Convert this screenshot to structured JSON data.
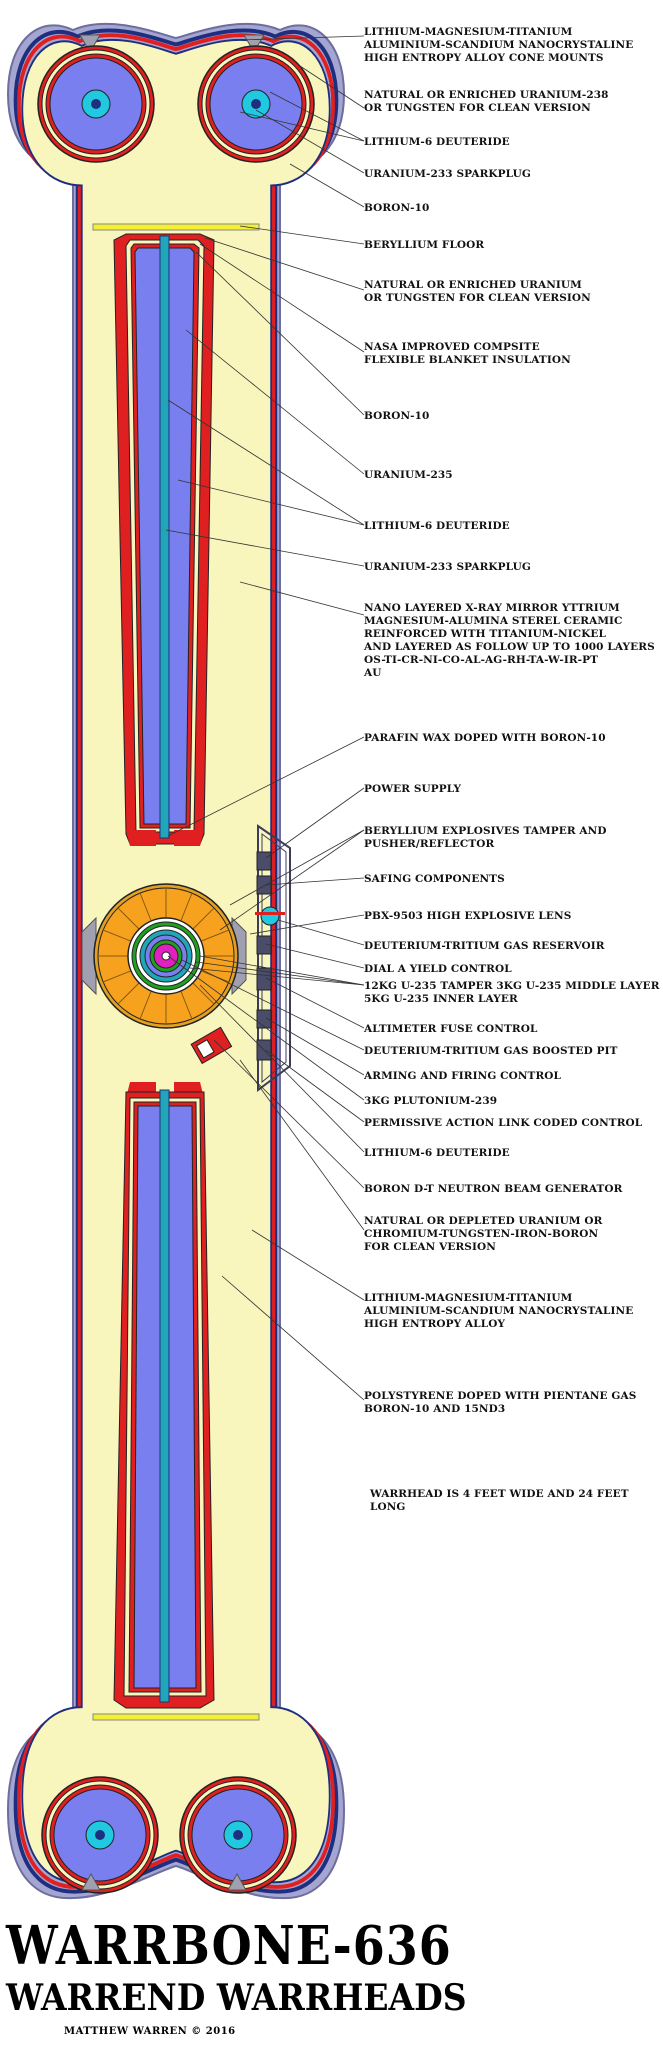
{
  "labels": [
    {
      "id": "l1",
      "text": "LITHIUM-MAGNESIUM-TITANIUM\nALUMINIUM-SCANDIUM NANOCRYSTALINE\nHIGH ENTROPY ALLOY CONE MOUNTS"
    },
    {
      "id": "l2",
      "text": "NATURAL OR ENRICHED URANIUM-238\nOR TUNGSTEN FOR CLEAN VERSION"
    },
    {
      "id": "l3",
      "text": "LITHIUM-6 DEUTERIDE"
    },
    {
      "id": "l4",
      "text": "URANIUM-233 SPARKPLUG"
    },
    {
      "id": "l5",
      "text": "BORON-10"
    },
    {
      "id": "l6",
      "text": "BERYLLIUM FLOOR"
    },
    {
      "id": "l7",
      "text": "NATURAL OR ENRICHED URANIUM\nOR TUNGSTEN FOR CLEAN VERSION"
    },
    {
      "id": "l8",
      "text": "NASA IMPROVED COMPSITE\nFLEXIBLE BLANKET INSULATION"
    },
    {
      "id": "l9",
      "text": "BORON-10"
    },
    {
      "id": "l10",
      "text": "URANIUM-235"
    },
    {
      "id": "l11",
      "text": "LITHIUM-6 DEUTERIDE"
    },
    {
      "id": "l12",
      "text": "URANIUM-233 SPARKPLUG"
    },
    {
      "id": "l13",
      "text": "NANO LAYERED X-RAY MIRROR YTTRIUM\nMAGNESIUM-ALUMINA STEREL CERAMIC\nREINFORCED WITH TITANIUM-NICKEL\nAND LAYERED AS FOLLOW UP TO 1000 LAYERS\nOS-TI-CR-NI-CO-AL-AG-RH-TA-W-IR-PT\nAU"
    },
    {
      "id": "l14",
      "text": "PARAFIN WAX DOPED WITH BORON-10"
    },
    {
      "id": "l15",
      "text": "POWER SUPPLY"
    },
    {
      "id": "l16",
      "text": "BERYLLIUM EXPLOSIVES TAMPER AND\nPUSHER/REFLECTOR"
    },
    {
      "id": "l17",
      "text": "SAFING COMPONENTS"
    },
    {
      "id": "l18",
      "text": "PBX-9503 HIGH EXPLOSIVE LENS"
    },
    {
      "id": "l19",
      "text": "DEUTERIUM-TRITIUM GAS RESERVOIR"
    },
    {
      "id": "l20",
      "text": "DIAL A YIELD CONTROL"
    },
    {
      "id": "l21",
      "text": "12KG U-235 TAMPER 3KG U-235 MIDDLE LAYER\n5KG U-235 INNER LAYER"
    },
    {
      "id": "l22",
      "text": "ALTIMETER FUSE CONTROL"
    },
    {
      "id": "l23",
      "text": "DEUTERIUM-TRITIUM GAS BOOSTED PIT"
    },
    {
      "id": "l24",
      "text": "ARMING AND FIRING CONTROL"
    },
    {
      "id": "l25",
      "text": "3KG PLUTONIUM-239"
    },
    {
      "id": "l26",
      "text": "PERMISSIVE ACTION LINK CODED CONTROL"
    },
    {
      "id": "l27",
      "text": "LITHIUM-6 DEUTERIDE"
    },
    {
      "id": "l28",
      "text": "BORON D-T NEUTRON BEAM GENERATOR"
    },
    {
      "id": "l29",
      "text": "NATURAL OR DEPLETED URANIUM OR\nCHROMIUM-TUNGSTEN-IRON-BORON\nFOR CLEAN VERSION"
    },
    {
      "id": "l30",
      "text": "LITHIUM-MAGNESIUM-TITANIUM\nALUMINIUM-SCANDIUM NANOCRYSTALINE\nHIGH ENTROPY ALLOY"
    },
    {
      "id": "l31",
      "text": "POLYSTYRENE DOPED WITH PIENTANE GAS\nBORON-10 AND 15ND3"
    },
    {
      "id": "l32",
      "text": "WARRHEAD IS 4 FEET WIDE AND 24 FEET\nLONG"
    }
  ],
  "title": "WARRBONE-636",
  "subtitle": "WARREND WARRHEADS",
  "credit": "MATTHEW WARREN © 2016",
  "colors": {
    "casing_outer": "#a5a5d2",
    "casing_navy": "#1f2f80",
    "casing_red": "#e02020",
    "fill_cream": "#f8f5bd",
    "uranium_blue": "#7a7ff0",
    "sparkplug_teal": "#20a6b8",
    "explosive_orange": "#f6a21e",
    "beryllium_yellow": "#f4ef30",
    "module_slate": "#4a4c6a"
  }
}
